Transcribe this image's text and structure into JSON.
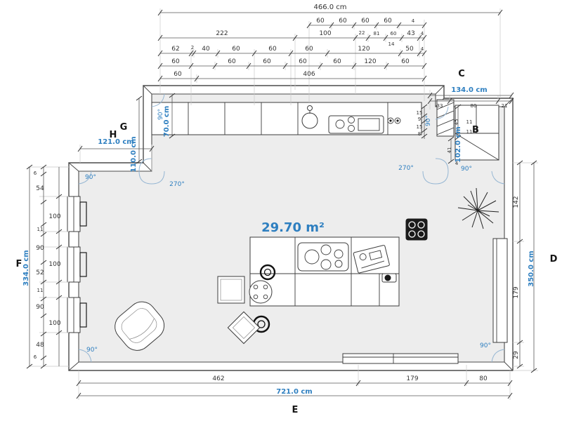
{
  "area_label": "29.70 m²",
  "letters": {
    "b": "B",
    "c": "C",
    "d": "D",
    "e": "E",
    "f": "F",
    "g": "G",
    "h": "H"
  },
  "totals": {
    "top": "466.0 cm",
    "bottom": "721.0 cm",
    "left": "334.0 cm",
    "right": "350.0 cm",
    "corner_top": "134.0 cm",
    "wall_g": "121.0 cm",
    "wall_h": "110.0 cm",
    "counter_depth": "70.0 cm",
    "wall_b": "102.0 cm"
  },
  "angles": {
    "top_left": "90°",
    "notch": "270°",
    "kitchen_left": "90°",
    "kitchen_right": "90°",
    "kitchen_reflex": "270°",
    "top_right": "90°",
    "bottom_left": "90°",
    "bottom_right": "90°"
  },
  "top_rows": {
    "row2": [
      "60",
      "60",
      "60",
      "60",
      "4"
    ],
    "row3": [
      "222",
      "100",
      "22",
      "81",
      "60",
      "43",
      "4"
    ],
    "row3_sub": "14",
    "row4": [
      "62",
      "2",
      "40",
      "60",
      "60",
      "60",
      "120",
      "50",
      "4"
    ],
    "row5": [
      "60",
      "60",
      "60",
      "60",
      "60",
      "120",
      "60"
    ],
    "row6": [
      "60",
      "406"
    ]
  },
  "left_chain": {
    "edge_top": "6",
    "edge_bottom": "6",
    "outer": [
      "54",
      "11",
      "90",
      "52",
      "11",
      "90",
      "48"
    ],
    "windows": [
      "100",
      "100",
      "100"
    ]
  },
  "right_chain": [
    "142",
    "179",
    "29"
  ],
  "bottom_chain": [
    "462",
    "179",
    "80"
  ],
  "corner_dims": {
    "top": [
      "33",
      "80",
      "21"
    ],
    "left": [
      "15",
      "9",
      "15",
      "8"
    ],
    "inner": [
      "45",
      "11",
      "11",
      "41",
      "4"
    ]
  },
  "colors": {
    "dimension_blue": "#2e7fc0",
    "floor": "#ededed"
  }
}
